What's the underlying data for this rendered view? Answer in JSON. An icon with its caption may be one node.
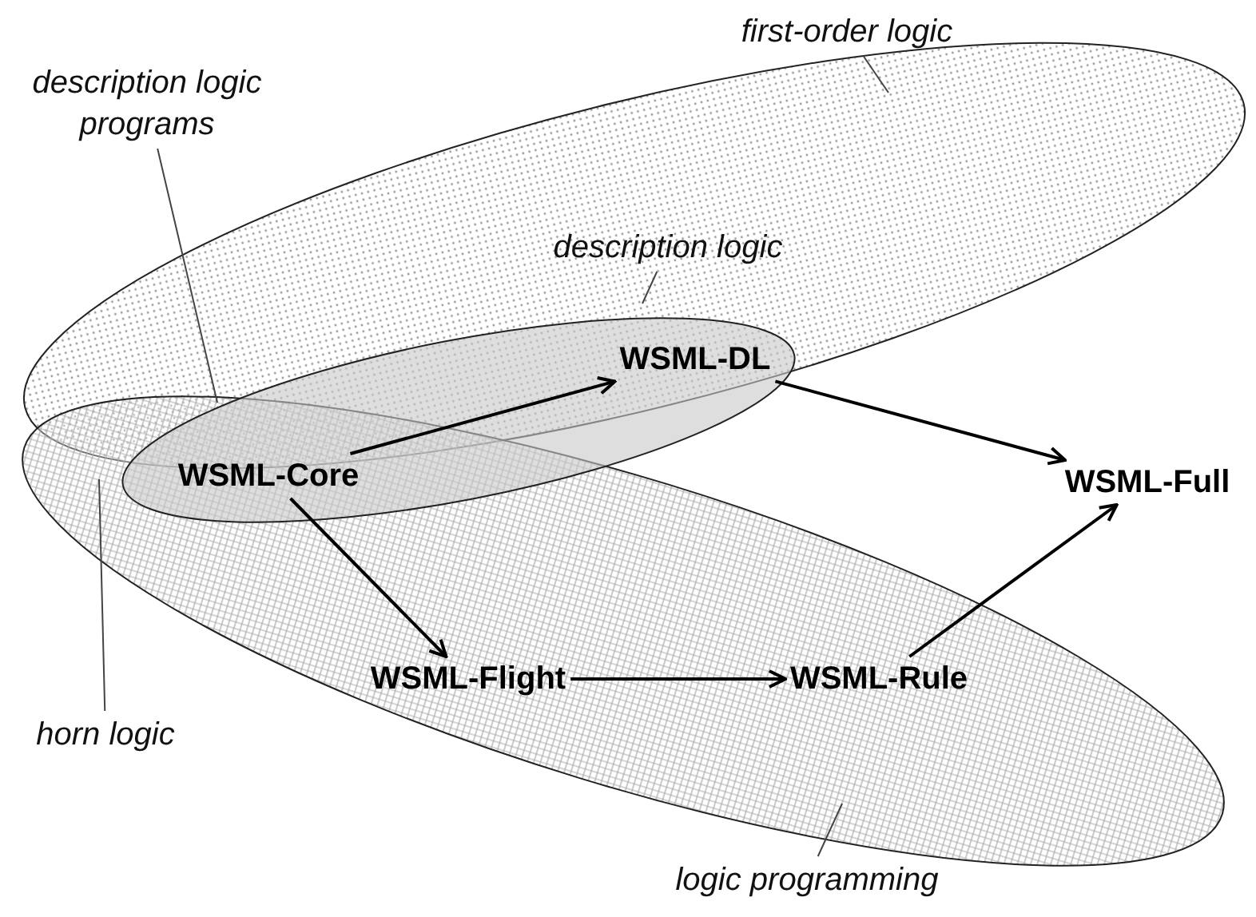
{
  "diagram": {
    "nodes": [
      {
        "text": [
          "first-order logic"
        ]
      },
      {
        "text": [
          "description logic programs"
        ]
      },
      {
        "text": [
          "description logic"
        ]
      },
      {
        "text": [
          "WSML-DL"
        ]
      },
      {
        "text": [
          "WSML-Core"
        ]
      },
      {
        "text": [
          "WSML-Full"
        ]
      },
      {
        "text": [
          "WSML-Flight"
        ]
      },
      {
        "text": [
          "WSML-Rule"
        ]
      },
      {
        "text": [
          "horn logic"
        ]
      },
      {
        "text": [
          "logic programming"
        ]
      }
    ],
    "edges": [
      {
        "from": 4,
        "to": 3,
        "arrow": "to"
      },
      {
        "from": 3,
        "to": 5,
        "arrow": "to"
      },
      {
        "from": 4,
        "to": 6,
        "arrow": "to"
      },
      {
        "from": 6,
        "to": 7,
        "arrow": "to"
      },
      {
        "from": 7,
        "to": 5,
        "arrow": "to"
      },
      {
        "from": 0,
        "to": null,
        "arrow": "none"
      },
      {
        "from": 1,
        "to": null,
        "arrow": "none"
      },
      {
        "from": 2,
        "to": null,
        "arrow": "none"
      },
      {
        "from": 8,
        "to": null,
        "arrow": "none"
      },
      {
        "from": 9,
        "to": null,
        "arrow": "none"
      }
    ]
  }
}
